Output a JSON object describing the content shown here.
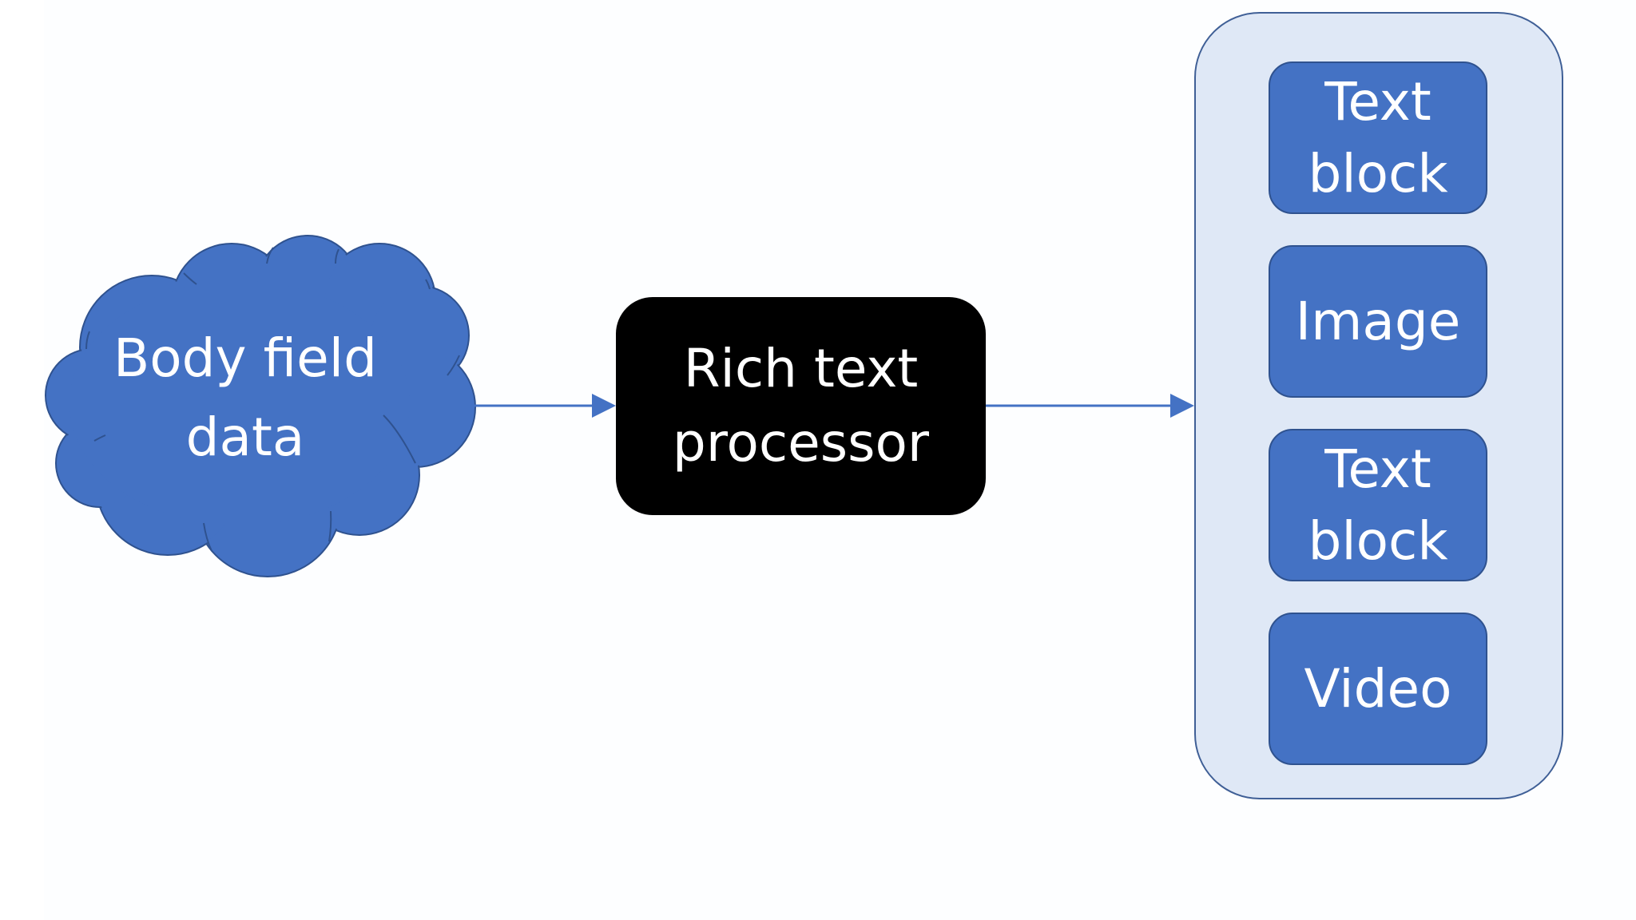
{
  "source": {
    "label": "Body field\ndata"
  },
  "processor": {
    "label": "Rich text\nprocessor"
  },
  "output_blocks": [
    {
      "label": "Text\nblock"
    },
    {
      "label": "Image"
    },
    {
      "label": "Text\nblock"
    },
    {
      "label": "Video"
    }
  ],
  "colors": {
    "shape_fill": "#4472c4",
    "shape_border": "#2f528f",
    "arrow": "#4472c4",
    "processor_fill": "#000000",
    "container_fill": "#dfe8f6",
    "container_border": "#3f5f96",
    "text": "#ffffff"
  }
}
